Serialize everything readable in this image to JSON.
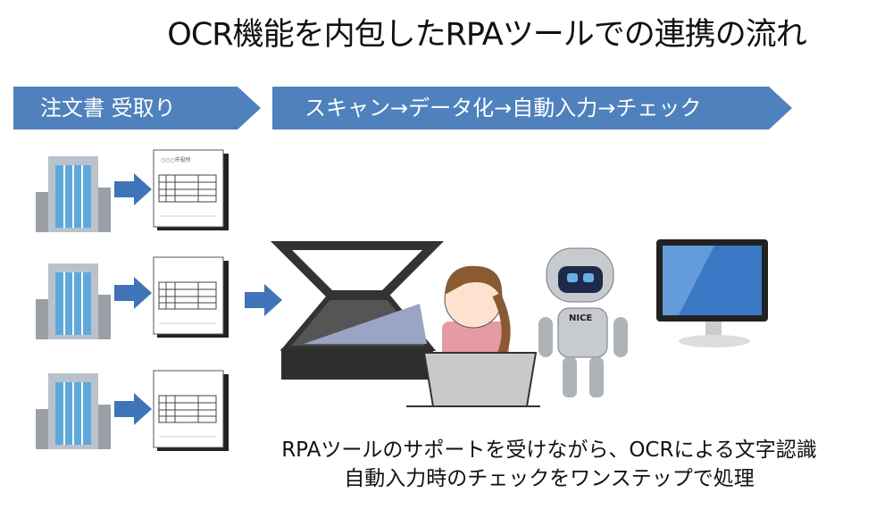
{
  "title": "OCR機能を内包したRPAツールでの連携の流れ",
  "steps": [
    "注文書 受取り",
    "スキャン→データ化→自動入力→チェック"
  ],
  "document": {
    "header": "○○○市役所"
  },
  "robot": {
    "label": "NICE"
  },
  "caption": [
    "RPAツールのサポートを受けながら、OCRによる文字認識",
    "自動入力時のチェックをワンステップで処理"
  ],
  "colors": {
    "banner": "#4f81bd",
    "arrow": "#3f74b8"
  }
}
